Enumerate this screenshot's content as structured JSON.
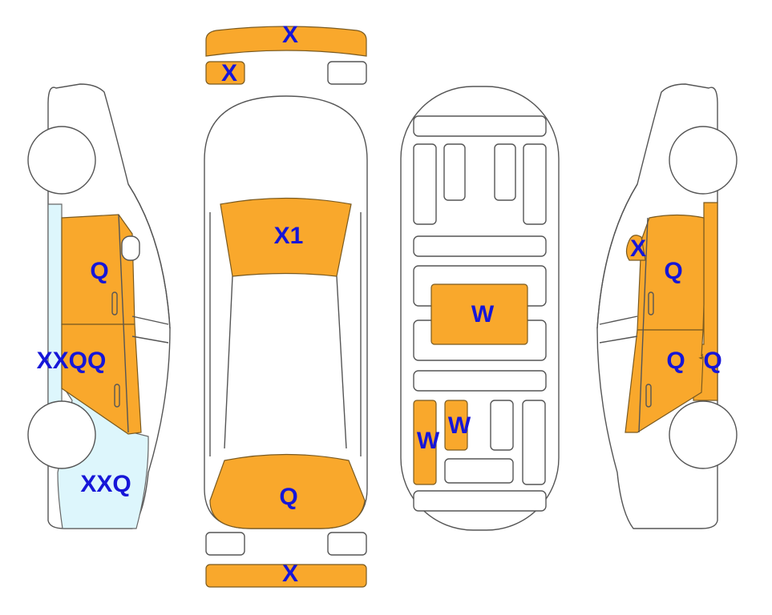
{
  "colors": {
    "damage_fill": "#F9A82C",
    "secondary_fill": "#DDF6FC",
    "label_color": "#1616D8"
  },
  "front_parts": {
    "bumper_label": "X",
    "left_light_label": "X"
  },
  "top_view": {
    "windshield_label": "X1",
    "rear_label": "Q"
  },
  "rear_parts": {
    "bumper_label": "X"
  },
  "underbody": {
    "center_label": "W",
    "right_label": "W",
    "left_label": "W"
  },
  "left_side": {
    "front_door_label": "Q",
    "rear_door_label": "XXQQ",
    "rear_quarter_label": "XXQ"
  },
  "right_side": {
    "mirror_label": "X",
    "front_door_label": "Q",
    "rear_door_label": "Q",
    "sill_label": "Q"
  }
}
